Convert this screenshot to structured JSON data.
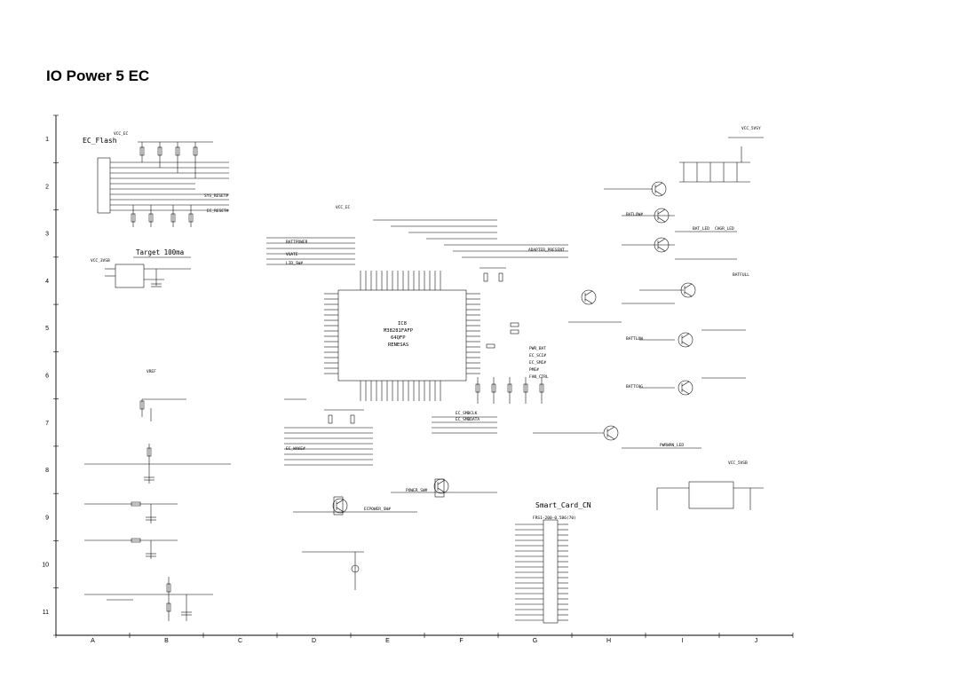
{
  "title": "IO Power 5 EC",
  "frame": {
    "rows": [
      "1",
      "2",
      "3",
      "4",
      "5",
      "6",
      "7",
      "8",
      "9",
      "10",
      "11"
    ],
    "cols": [
      "A",
      "B",
      "C",
      "D",
      "E",
      "F",
      "G",
      "H",
      "I",
      "J"
    ]
  },
  "blocks": {
    "ec_flash": "EC_Flash",
    "target_oscillator": "Target 100ma",
    "mcu_ref": "IC8",
    "mcu_part": "M38281FAFP",
    "mcu_pkg": "64QFP",
    "mcu_vendor": "RENESAS",
    "smart_card": "Smart_Card_CN",
    "smart_card_part": "FRS1-200-0.5B6(70)"
  },
  "nets": {
    "vcc_3vsb": "VCC_3VSB",
    "vcc_ec": "VCC_EC",
    "vcc_5vsb": "VCC_5VSB",
    "vcc_5vsy": "VCC_5VSY",
    "vref": "VREF",
    "batfull": "BATFULL",
    "battlow": "BATTLOW",
    "battchg": "BATTCHG",
    "bat_low": "BATLOW#",
    "bat_led": "BAT_LED",
    "chg_led": "CHGR_LED",
    "sys_reset": "SYS_RESET#",
    "pwr_bat": "PWR_BAT",
    "pwr_led": "PWRWRN_LED",
    "smb_clk": "EC_SMBCLK",
    "smb_data": "EC_SMBDATA",
    "ec_reset": "EC_RESET#",
    "batt_power": "BATTPOWER",
    "adapter_present": "ADAPTER_PRESENT",
    "power_sw": "POWER_SW#",
    "ec_power_sw": "ECPOWER_SW#",
    "vgate": "VGATE",
    "ec_sci": "EC_SCI#",
    "ec_smi": "EC_SMI#",
    "pme": "PME#",
    "lid": "LID_SW#",
    "fan": "FAN_CTRL",
    "ec_wake": "EC_WAKE#"
  }
}
